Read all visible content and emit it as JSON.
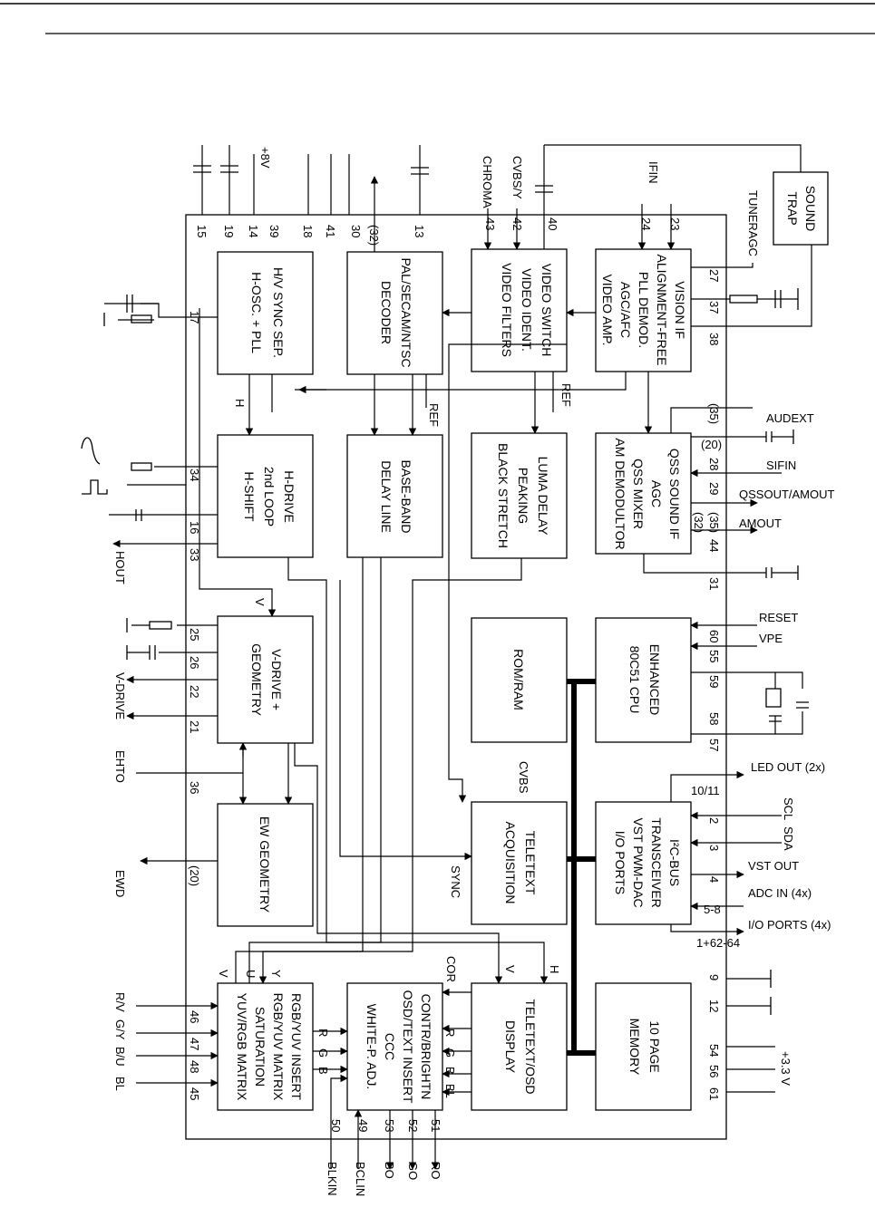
{
  "blocks": {
    "hv_sync": [
      "H/V SYNC SEP.",
      "H-OSC. + PLL"
    ],
    "pal_decoder": [
      "PAL/SECAM/NTSC",
      "DECODER"
    ],
    "video_switch": [
      "VIDEO SWITCH",
      "VIDEO IDENT.",
      "VIDEO FILTERS"
    ],
    "vision_if": [
      "VISION IF",
      "ALIGNMENT-FREE",
      "PLL DEMOD.",
      "AGC/AFC",
      "VIDEO AMP."
    ],
    "h_drive": [
      "H-DRIVE",
      "2nd LOOP",
      "H-SHIFT"
    ],
    "baseband": [
      "BASE-BAND",
      "DELAY LINE"
    ],
    "luma": [
      "LUMA DELAY",
      "PEAKING",
      "BLACK STRETCH"
    ],
    "qss": [
      "QSS SOUND IF",
      "AGC",
      "QSS MIXER",
      "AM DEMODULTOR"
    ],
    "v_drive": [
      "V-DRIVE +",
      "GEOMETRY"
    ],
    "rom_ram": [
      "ROM/RAM"
    ],
    "cpu": [
      "ENHANCED",
      "80C51 CPU"
    ],
    "ew": [
      "EW GEOMETRY"
    ],
    "teletext_acq": [
      "TELETEXT",
      "ACQUISITION"
    ],
    "i2c": [
      "I²C-BUS",
      "TRANSCEIVER",
      "VST PWM-DAC",
      "I/O PORTS"
    ],
    "rgb_insert": [
      "RGB/YUV INSERT",
      "RGB/YUV MATRIX",
      "SATURATION",
      "YUV/RGB MATRIX"
    ],
    "contr": [
      "CONTR/BRIGHTN",
      "OSD/TEXT INSERT",
      "CCC",
      "WHITE-P. ADJ."
    ],
    "teletext_osd": [
      "TELETEXT/OSD",
      "DISPLAY"
    ],
    "page_memory": [
      "10 PAGE",
      "MEMORY"
    ],
    "sound_trap": [
      "SOUND",
      "TRAP"
    ]
  },
  "signals": {
    "plus8v": "+8V",
    "chroma": "CHROMA",
    "cvbs_y": "CVBS/Y",
    "ifin": "IFIN",
    "tuneragc": "TUNERAGC",
    "audext": "AUDEXT",
    "sifin": "SIFIN",
    "qssout": "QSSOUT/AMOUT",
    "amout": "AMOUT",
    "reset": "RESET",
    "vpe": "VPE",
    "led_out": "LED OUT (2x)",
    "scl": "SCL",
    "sda": "SDA",
    "vst_out": "VST OUT",
    "adc_in": "ADC IN (4x)",
    "io_ports": "I/O PORTS (4x)",
    "plus33v": "+3.3 V",
    "hout": "HOUT",
    "vdrive": "V-DRIVE",
    "ehto": "EHTO",
    "ewd": "EWD",
    "rv": "R/V",
    "gy": "G/Y",
    "bu": "B/U",
    "bl": "BL",
    "ro": "RO",
    "go": "GO",
    "bo": "BO",
    "bclin": "BCLIN",
    "blkin": "BLKIN",
    "ref": "REF",
    "cvbs": "CVBS",
    "sync": "SYNC",
    "cor": "COR",
    "bl_in": "BL",
    "h": "H",
    "v": "V",
    "u": "U",
    "y": "Y",
    "r": "R",
    "g": "G",
    "b": "B"
  },
  "pins": {
    "p15": "15",
    "p19": "19",
    "p14": "14",
    "p39": "39",
    "p18": "18",
    "p41": "41",
    "p30": "30",
    "p32": "(32)",
    "p13": "13",
    "p43": "43",
    "p42": "42",
    "p40": "40",
    "p24": "24",
    "p23": "23",
    "p17": "17",
    "p27": "27",
    "p37": "37",
    "p38": "38",
    "p35a": "(35)",
    "p20": "(20)",
    "p28": "28",
    "p29": "29",
    "p35b": "(35)",
    "p32b": "(32)",
    "p44": "44",
    "p31": "31",
    "p34": "34",
    "p16": "16",
    "p33": "33",
    "p60": "60",
    "p55": "55",
    "p59": "59",
    "p58": "58",
    "p57": "57",
    "p25": "25",
    "p26": "26",
    "p22": "22",
    "p21": "21",
    "p36": "36",
    "p1011": "10/11",
    "p2": "2",
    "p3": "3",
    "p4": "4",
    "p58r": "5-8",
    "p16264": "1+62-64",
    "p20b": "(20)",
    "p9": "9",
    "p12": "12",
    "p54": "54",
    "p56": "56",
    "p61": "61",
    "p46": "46",
    "p47": "47",
    "p48": "48",
    "p45": "45",
    "p50": "50",
    "p49": "49",
    "p53": "53",
    "p52": "52",
    "p51": "51"
  }
}
